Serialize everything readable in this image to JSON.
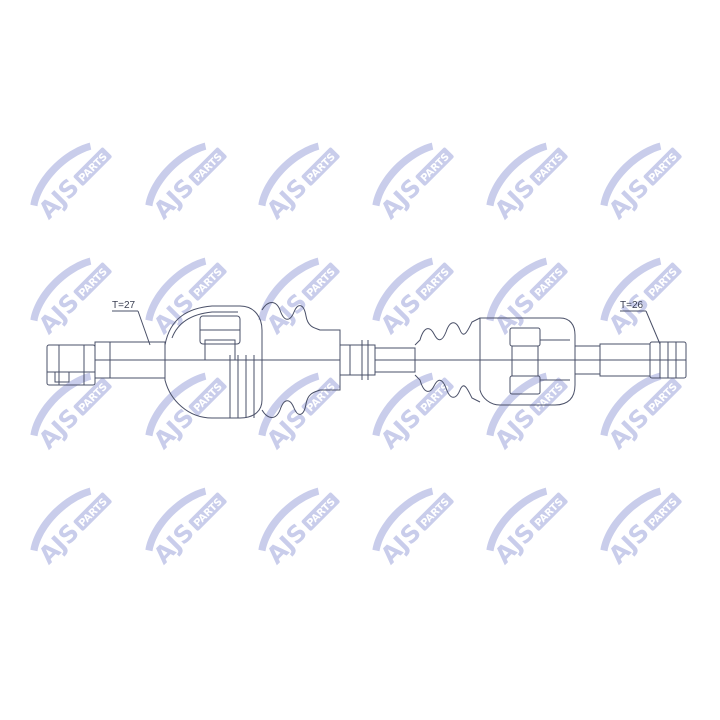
{
  "watermark": {
    "brand": "AJS",
    "suffix": "PARTS",
    "color": "#c9cdeb",
    "text_color": "#ffffff",
    "rows": 4,
    "columns": 6
  },
  "drawing": {
    "line_color": "#4a5068",
    "left_thread_label": "T=27",
    "right_thread_label": "T=26"
  }
}
